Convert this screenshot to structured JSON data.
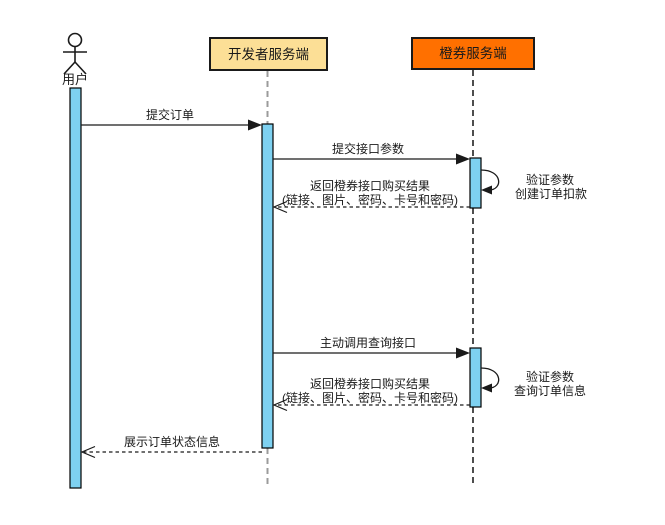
{
  "diagram": {
    "type": "uml-sequence-diagram",
    "actors": [
      {
        "id": "user",
        "label": "用户",
        "kind": "stick-figure"
      },
      {
        "id": "dev",
        "label": "开发者服务端",
        "kind": "participant-box"
      },
      {
        "id": "orange",
        "label": "橙券服务端",
        "kind": "participant-box"
      }
    ],
    "messages": [
      {
        "label": "提交订单",
        "from": "用户",
        "to": "开发者服务端",
        "style": "solid"
      },
      {
        "label": "提交接口参数",
        "from": "开发者服务端",
        "to": "橙券服务端",
        "style": "solid"
      },
      {
        "label": "返回橙券接口购买结果",
        "label2": "(链接、图片、密码、卡号和密码)",
        "from": "橙券服务端",
        "to": "开发者服务端",
        "style": "dashed"
      },
      {
        "label": "验证参数",
        "label2": "创建订单扣款",
        "kind": "self-message",
        "on": "橙券服务端"
      },
      {
        "label": "主动调用查询接口",
        "from": "开发者服务端",
        "to": "橙券服务端",
        "style": "solid"
      },
      {
        "label": "返回橙券接口购买结果",
        "label2": "(链接、图片、密码、卡号和密码)",
        "from": "橙券服务端",
        "to": "开发者服务端",
        "style": "dashed"
      },
      {
        "label": "验证参数",
        "label2": "查询订单信息",
        "kind": "self-message",
        "on": "橙券服务端"
      },
      {
        "label": "展示订单状态信息",
        "from": "开发者服务端",
        "to": "用户",
        "style": "dashed"
      }
    ],
    "colors": {
      "background": "#ffffff",
      "dev_box_fill": "#fcdf96",
      "orange_box_fill": "#ff7000",
      "activation_fill": "#7ed1f1",
      "actor_head_fill": "#7ed1f1",
      "border": "#1a1a1a",
      "lifeline_gray": "#9b9b9b",
      "lifeline_dark": "#222222",
      "text": "#1a1a1a"
    }
  }
}
